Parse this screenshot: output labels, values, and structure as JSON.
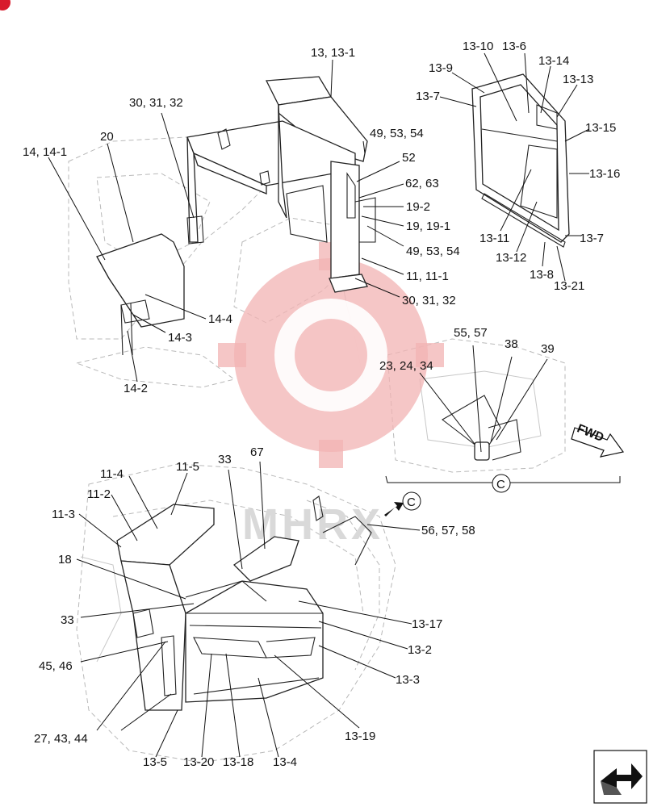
{
  "watermark": {
    "text": "MHRX",
    "color": "#f2b3b3"
  },
  "callouts": [
    "13, 13-1",
    "30, 31, 32",
    "20",
    "14, 14-1",
    "49, 53, 54",
    "52",
    "62, 63",
    "19-2",
    "19, 19-1",
    "49, 53, 54",
    "11, 11-1",
    "30, 31, 32",
    "14-4",
    "14-3",
    "14-2",
    "13-10",
    "13-6",
    "13-9",
    "13-14",
    "13-13",
    "13-7",
    "13-15",
    "13-16",
    "13-7",
    "13-11",
    "13-12",
    "13-8",
    "13-21",
    "55, 57",
    "38",
    "39",
    "23, 24, 34",
    "FWD",
    "C",
    "33",
    "67",
    "11-5",
    "11-4",
    "11-2",
    "11-3",
    "C",
    "56, 57, 58",
    "18",
    "33",
    "13-17",
    "13-2",
    "45, 46",
    "13-3",
    "27, 43, 44",
    "13-19",
    "13-5",
    "13-20",
    "13-18",
    "13-4"
  ],
  "nav_icon": "next-page-arrow-icon"
}
